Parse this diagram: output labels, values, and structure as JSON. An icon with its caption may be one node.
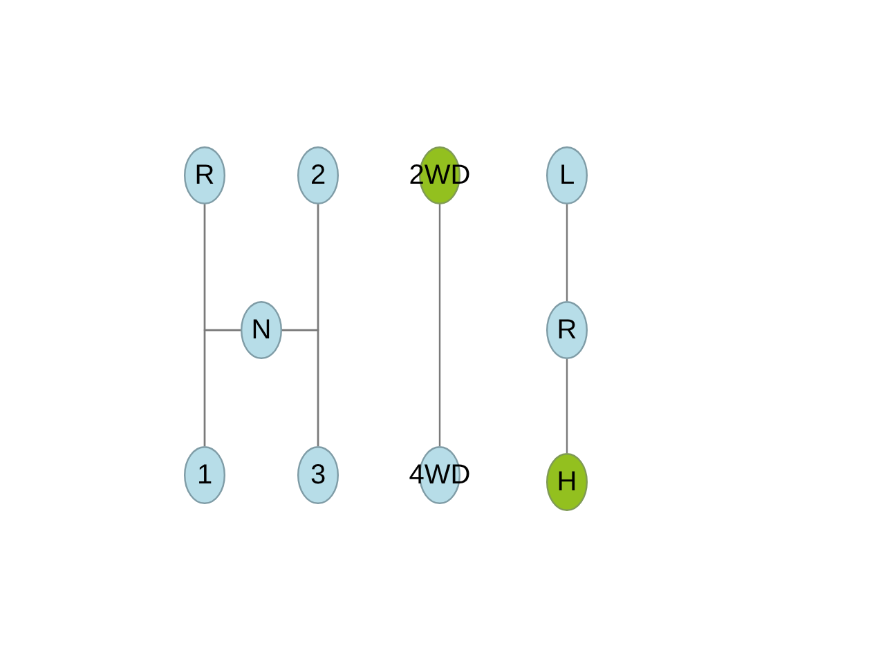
{
  "diagram": {
    "nodes": [
      {
        "text": [
          "R"
        ]
      },
      {
        "text": [
          "2"
        ]
      },
      {
        "text": [
          "2WD"
        ]
      },
      {
        "text": [
          "L"
        ]
      },
      {
        "text": [
          "N"
        ]
      },
      {
        "text": [
          "R"
        ]
      },
      {
        "text": [
          "1"
        ]
      },
      {
        "text": [
          "3"
        ]
      },
      {
        "text": [
          "4WD"
        ]
      },
      {
        "text": [
          "H"
        ]
      }
    ],
    "edges": [
      {
        "from": 0,
        "to": 6,
        "arrow": "none"
      },
      {
        "from": 1,
        "to": 7,
        "arrow": "none"
      },
      {
        "from": 4,
        "to": 0,
        "arrow": "none"
      },
      {
        "from": 4,
        "to": 6,
        "arrow": "none"
      },
      {
        "from": 4,
        "to": 1,
        "arrow": "none"
      },
      {
        "from": 4,
        "to": 7,
        "arrow": "none"
      },
      {
        "from": 2,
        "to": 8,
        "arrow": "none"
      },
      {
        "from": 3,
        "to": 5,
        "arrow": "none"
      },
      {
        "from": 5,
        "to": 9,
        "arrow": "none"
      }
    ]
  }
}
